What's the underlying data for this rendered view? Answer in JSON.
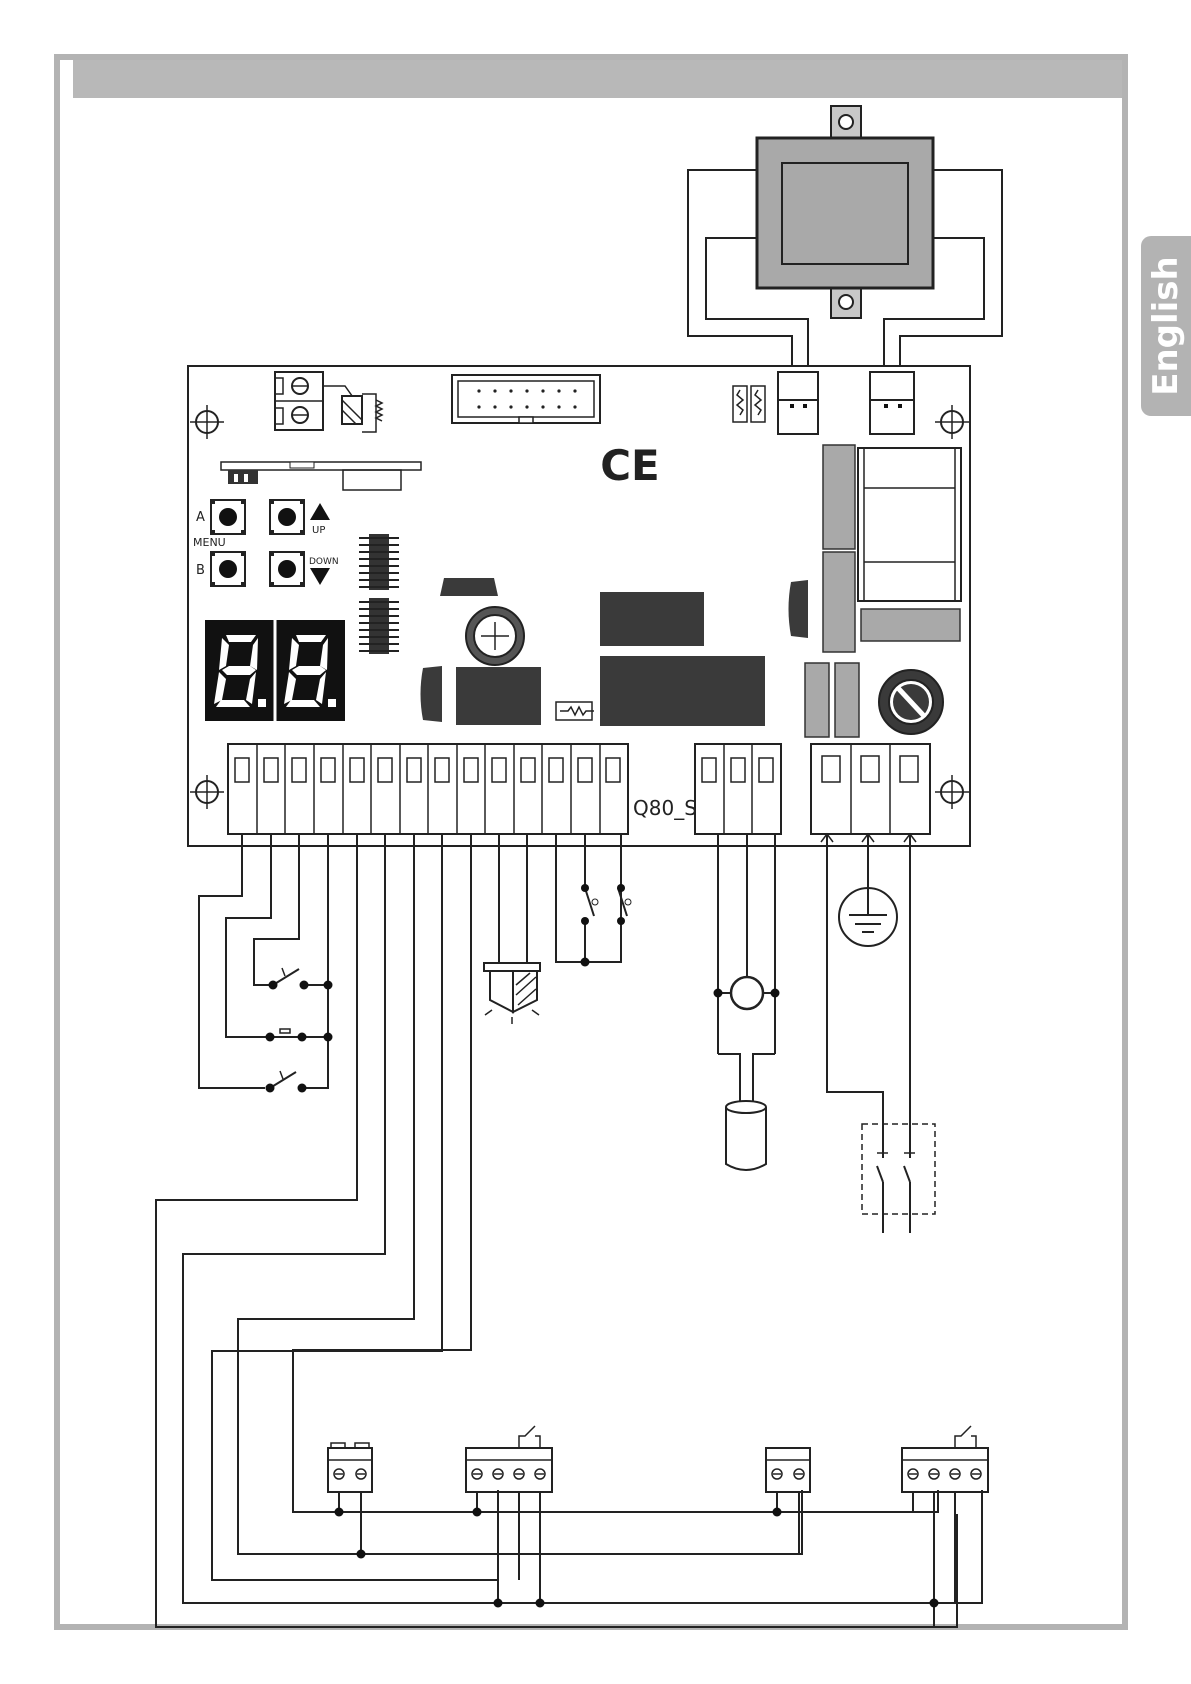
{
  "side_tab": {
    "label": "English"
  },
  "board": {
    "model_label": "Q80_S",
    "ce_mark": "CE",
    "buttons": {
      "a_label": "A",
      "b_label": "B",
      "menu_label": "MENU",
      "up_label": "UP",
      "down_label": "DOWN"
    },
    "display_icon": "seven-segment-display"
  },
  "colors": {
    "frame": "#b3b3b3",
    "header_bar": "#b8b8b8",
    "line": "#222222",
    "component_dark": "#3a3a3a",
    "component_grey": "#a9a9a9"
  },
  "icons": [
    "transformer-icon",
    "fuse-icon",
    "capacitor-icon",
    "motor-icon",
    "earth-ground-icon",
    "warning-lamp-icon",
    "switch-icon",
    "terminal-block-icon"
  ]
}
